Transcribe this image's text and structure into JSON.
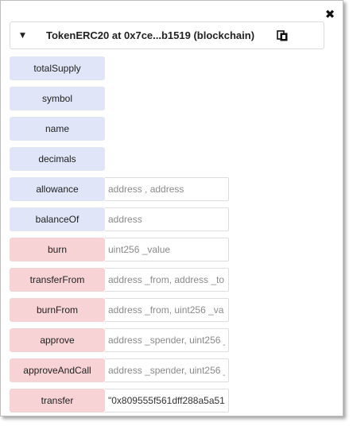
{
  "contract": {
    "title": "TokenERC20 at 0x7ce...b1519 (blockchain)",
    "caret_icon": "caret-down-icon",
    "copy_icon": "copy-icon",
    "close_icon": "close-icon",
    "close_glyph": "✖"
  },
  "functions": [
    {
      "label": "totalSupply",
      "kind": "view",
      "has_input": false
    },
    {
      "label": "symbol",
      "kind": "view",
      "has_input": false
    },
    {
      "label": "name",
      "kind": "view",
      "has_input": false
    },
    {
      "label": "decimals",
      "kind": "view",
      "has_input": false
    },
    {
      "label": "allowance",
      "kind": "view",
      "has_input": true,
      "placeholder": "address , address",
      "value": ""
    },
    {
      "label": "balanceOf",
      "kind": "view",
      "has_input": true,
      "placeholder": "address",
      "value": ""
    },
    {
      "label": "burn",
      "kind": "tx",
      "has_input": true,
      "placeholder": "uint256 _value",
      "value": ""
    },
    {
      "label": "transferFrom",
      "kind": "tx",
      "has_input": true,
      "placeholder": "address _from, address _to",
      "value": ""
    },
    {
      "label": "burnFrom",
      "kind": "tx",
      "has_input": true,
      "placeholder": "address _from, uint256 _va",
      "value": ""
    },
    {
      "label": "approve",
      "kind": "tx",
      "has_input": true,
      "placeholder": "address _spender, uint256 _",
      "value": ""
    },
    {
      "label": "approveAndCall",
      "kind": "tx",
      "has_input": true,
      "placeholder": "address _spender, uint256 _",
      "value": ""
    },
    {
      "label": "transfer",
      "kind": "tx",
      "has_input": true,
      "placeholder": "",
      "value": "\"0x809555f561dff288a5a51"
    }
  ],
  "colors": {
    "view_button": "#e0e6f8",
    "tx_button": "#f8d3d5"
  }
}
